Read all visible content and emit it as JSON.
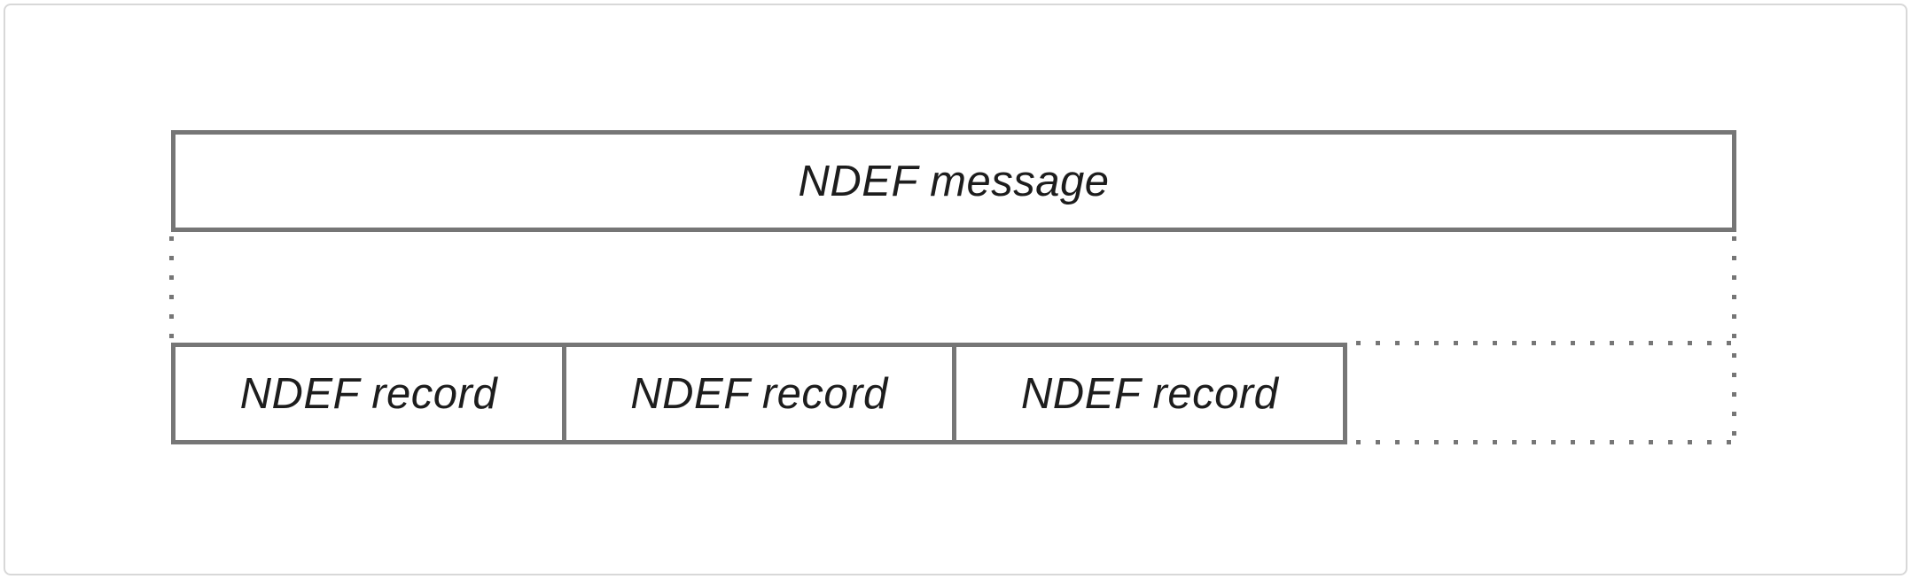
{
  "diagram": {
    "message_box": {
      "label": "NDEF message"
    },
    "record_boxes": [
      {
        "label": "NDEF record"
      },
      {
        "label": "NDEF record"
      },
      {
        "label": "NDEF record"
      }
    ],
    "connectors": {
      "style": "dotted",
      "meaning": "message body continues / contains sequence of records"
    },
    "colors": {
      "box_border": "#767676",
      "dotted_line": "#767676",
      "frame_border": "#d8d8d8",
      "text": "#1d1d1d",
      "background": "#ffffff"
    }
  }
}
